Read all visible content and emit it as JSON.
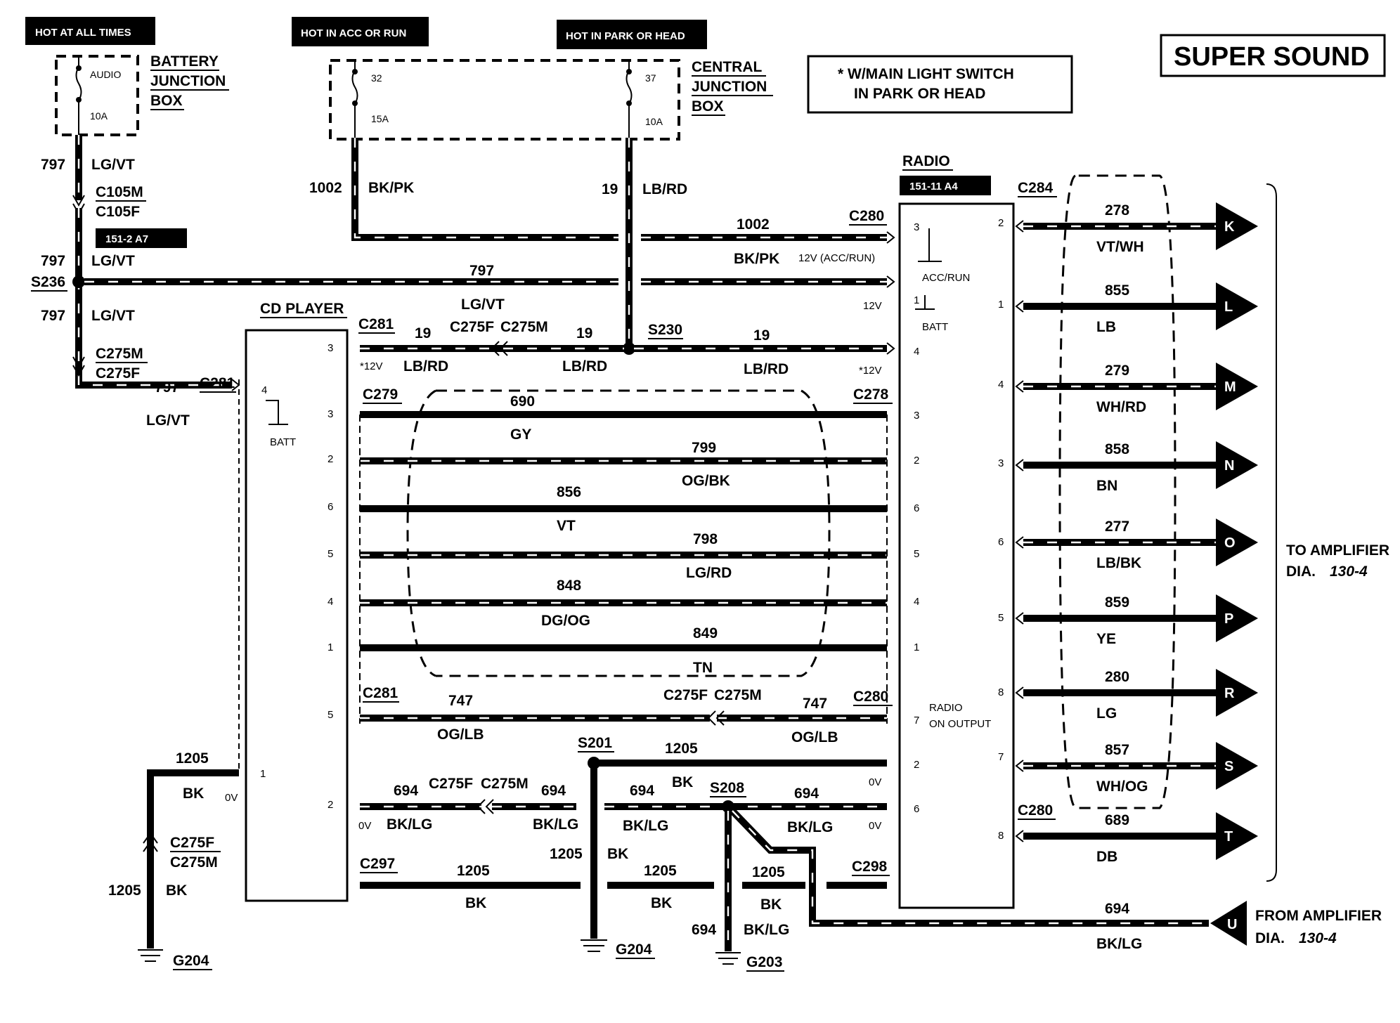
{
  "title": "SUPER SOUND",
  "note": {
    "line1": "* W/MAIN LIGHT SWITCH",
    "line2": "IN PARK OR HEAD"
  },
  "power_tags": {
    "hot_at_all_times": "HOT AT ALL TIMES",
    "hot_in_acc_or_run": "HOT IN ACC OR RUN",
    "hot_in_park_or_head": "HOT IN PARK OR HEAD"
  },
  "battery_junction_box": {
    "label1": "BATTERY",
    "label2": "JUNCTION",
    "label3": "BOX",
    "fuse_name": "AUDIO",
    "fuse_rating": "10A"
  },
  "central_junction_box": {
    "label1": "CENTRAL",
    "label2": "JUNCTION",
    "label3": "BOX",
    "fuse_a_num": "32",
    "fuse_a_rating": "15A",
    "fuse_b_num": "37",
    "fuse_b_rating": "10A"
  },
  "radio": {
    "title": "RADIO",
    "ref": "151-11 A4",
    "acc_run": "ACC/RUN",
    "batt": "BATT",
    "output1": "RADIO",
    "output2": "ON OUTPUT",
    "left_pins": [
      "3",
      "1",
      "4",
      "3",
      "2",
      "6",
      "5",
      "4",
      "1",
      "7",
      "2",
      "6"
    ],
    "right_pins": [
      "2",
      "1",
      "4",
      "3",
      "6",
      "5",
      "8",
      "7",
      "8"
    ]
  },
  "cd_player": {
    "title": "CD PLAYER",
    "batt": "BATT",
    "batt_pin": "4",
    "pins": [
      "3",
      "3",
      "2",
      "6",
      "5",
      "4",
      "1",
      "5",
      "1",
      "2"
    ]
  },
  "connectors": {
    "c105m": "C105M",
    "c105f": "C105F",
    "ref_151_2": "151-2 A7",
    "s236": "S236",
    "c275m": "C275M",
    "c275f": "C275F",
    "c281": "C281",
    "c279": "C279",
    "c278": "C278",
    "c280": "C280",
    "c284": "C284",
    "s230": "S230",
    "s201": "S201",
    "s208": "S208",
    "c297": "C297",
    "c298": "C298",
    "g204": "G204",
    "g203": "G203"
  },
  "voltages": {
    "v12_acc_run": "12V (ACC/RUN)",
    "v12": "12V",
    "v12_star": "*12V",
    "v0": "0V"
  },
  "wires": {
    "w797": "797",
    "lgvt": "LG/VT",
    "w1002": "1002",
    "bkpk": "BK/PK",
    "w19": "19",
    "lbrd": "LB/RD",
    "w690": "690",
    "gy": "GY",
    "w799": "799",
    "ogbk": "OG/BK",
    "w856": "856",
    "vt": "VT",
    "w798": "798",
    "lgrd": "LG/RD",
    "w848": "848",
    "dgog": "DG/OG",
    "w849": "849",
    "tn": "TN",
    "w747": "747",
    "oglb": "OG/LB",
    "w1205": "1205",
    "bk": "BK",
    "w694": "694",
    "bklg": "BK/LG"
  },
  "outputs": [
    {
      "letter": "K",
      "circuit": "278",
      "color": "VT/WH"
    },
    {
      "letter": "L",
      "circuit": "855",
      "color": "LB"
    },
    {
      "letter": "M",
      "circuit": "279",
      "color": "WH/RD"
    },
    {
      "letter": "N",
      "circuit": "858",
      "color": "BN"
    },
    {
      "letter": "O",
      "circuit": "277",
      "color": "LB/BK"
    },
    {
      "letter": "P",
      "circuit": "859",
      "color": "YE"
    },
    {
      "letter": "R",
      "circuit": "280",
      "color": "LG"
    },
    {
      "letter": "S",
      "circuit": "857",
      "color": "WH/OG"
    },
    {
      "letter": "T",
      "circuit": "689",
      "color": "DB"
    }
  ],
  "input": {
    "letter": "U",
    "circuit": "694",
    "color": "BK/LG"
  },
  "to_amplifier": {
    "line1": "TO AMPLIFIER",
    "line2": "DIA.",
    "ref": "130-4"
  },
  "from_amplifier": {
    "line1": "FROM AMPLIFIER",
    "line2": "DIA.",
    "ref": "130-4"
  }
}
